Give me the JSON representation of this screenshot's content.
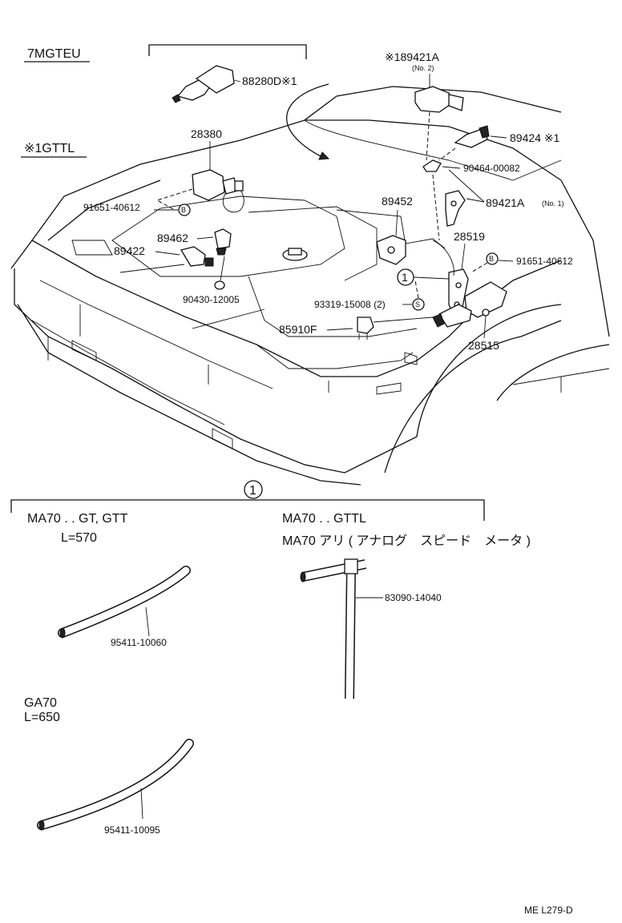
{
  "header": {
    "engine_code": "7MGTEU",
    "gttl_label": "※1GTTL"
  },
  "callouts": {
    "p88280d": "88280D※1",
    "p89421a_top": "※189421A",
    "p89421a_top_sub": "(No. 2)",
    "p28380": "28380",
    "p89424": "89424 ※1",
    "p90464": "90464-00082",
    "p91651_left": "91651-40612",
    "p89452": "89452",
    "p89421a_no1": "89421A",
    "p89421a_no1_sub": "(No. 1)",
    "p89462": "89462",
    "p28519": "28519",
    "p89422": "89422",
    "p91651_right": "91651-40612",
    "p90430": "90430-12005",
    "p93319": "93319-15008 (2)",
    "p85910f": "85910F",
    "p28515": "28515",
    "circle_one": "1",
    "badge_b": "B",
    "badge_s": "S"
  },
  "detail": {
    "circle_label": "1",
    "left_title": "MA70 . . GT, GTT",
    "left_length": "L=570",
    "left_hose": "95411-10060",
    "right_title": "MA70 . . GTTL",
    "right_subtitle": "MA70 アリ ( アナログ　スピード　メータ )",
    "right_part": "83090-14040",
    "ga_title": "GA70",
    "ga_length": "L=650",
    "ga_hose": "95411-10095"
  },
  "footer": {
    "ref": "ME  L279-D"
  }
}
